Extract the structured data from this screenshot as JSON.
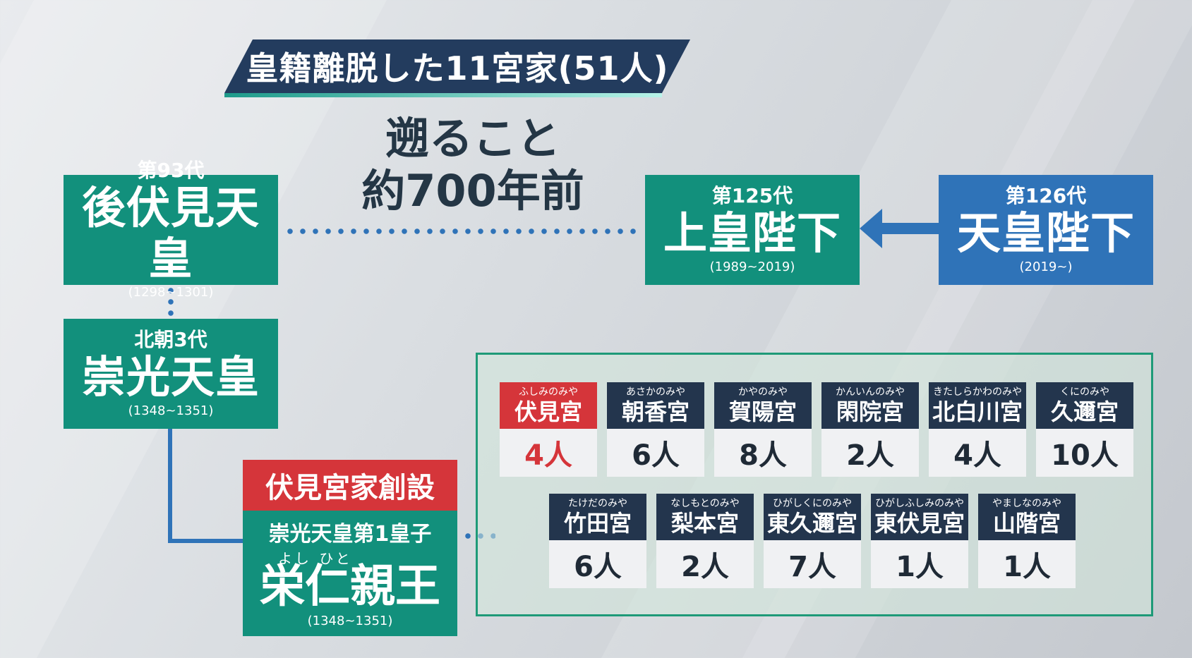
{
  "title": "皇籍離脱した11宮家(51人)",
  "subtitle_lines": [
    "遡ること",
    "約700年前"
  ],
  "colors": {
    "teal": "#12907c",
    "blue": "#2f73b8",
    "navy": "#23354d",
    "red": "#d5353a"
  },
  "emperors": {
    "gofushimi": {
      "era": "第93代",
      "name": "後伏見天皇",
      "years": "(1298~1301)"
    },
    "koko": {
      "era": "北朝3代",
      "name": "崇光天皇",
      "years": "(1348~1351)"
    },
    "joko": {
      "era": "第125代",
      "name": "上皇陛下",
      "years": "(1989~2019)"
    },
    "tenno": {
      "era": "第126代",
      "name": "天皇陛下",
      "years": "(2019~)"
    }
  },
  "founder": {
    "banner": "伏見宮家創設",
    "subtitle": "崇光天皇第1皇子",
    "ruby": "よし ひと",
    "name": "栄仁親王",
    "years": "(1348~1351)"
  },
  "houses_row1": [
    {
      "ruby": "ふしみのみや",
      "name": "伏見宮",
      "count": "4人",
      "highlight": true
    },
    {
      "ruby": "あさかのみや",
      "name": "朝香宮",
      "count": "6人"
    },
    {
      "ruby": "かやのみや",
      "name": "賀陽宮",
      "count": "8人"
    },
    {
      "ruby": "かんいんのみや",
      "name": "閑院宮",
      "count": "2人"
    },
    {
      "ruby": "きたしらかわのみや",
      "name": "北白川宮",
      "count": "4人"
    },
    {
      "ruby": "くにのみや",
      "name": "久邇宮",
      "count": "10人"
    }
  ],
  "houses_row2": [
    {
      "ruby": "たけだのみや",
      "name": "竹田宮",
      "count": "6人"
    },
    {
      "ruby": "なしもとのみや",
      "name": "梨本宮",
      "count": "2人"
    },
    {
      "ruby": "ひがしくにのみや",
      "name": "東久邇宮",
      "count": "7人"
    },
    {
      "ruby": "ひがしふしみのみや",
      "name": "東伏見宮",
      "count": "1人"
    },
    {
      "ruby": "やましなのみや",
      "name": "山階宮",
      "count": "1人"
    }
  ]
}
